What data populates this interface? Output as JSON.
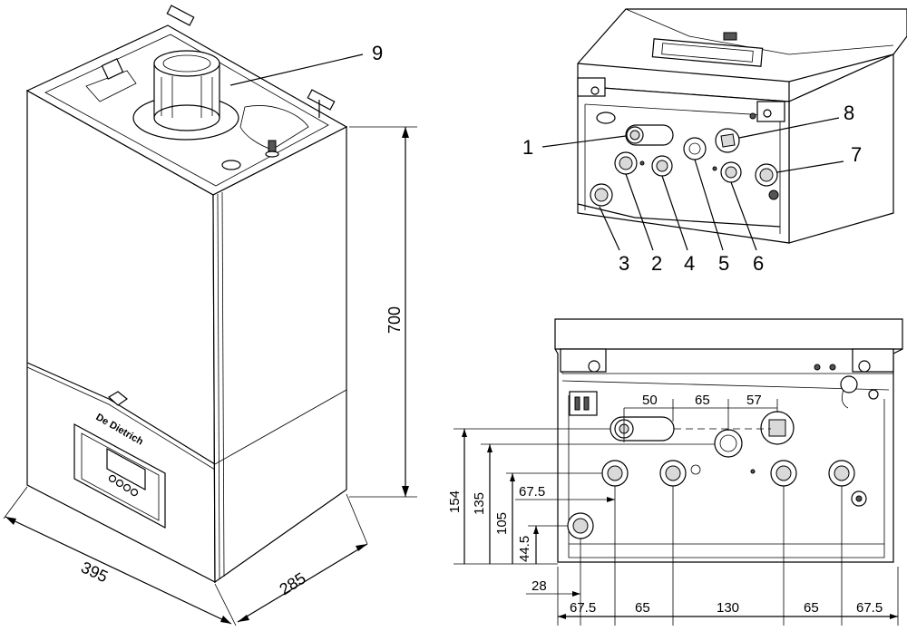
{
  "callouts": [
    "1",
    "2",
    "3",
    "4",
    "5",
    "6",
    "7",
    "8",
    "9"
  ],
  "boiler": {
    "brand_text": "De Dietrich",
    "dimensions": {
      "height": "700",
      "width": "395",
      "depth": "285"
    }
  },
  "bottom_view_dimensions": {
    "top_spacings": [
      "50",
      "65",
      "57"
    ],
    "vertical": [
      "154",
      "135",
      "105",
      "44.5"
    ],
    "offsets": [
      "67.5",
      "28"
    ],
    "bottom_spacings": [
      "67.5",
      "65",
      "130",
      "65",
      "67.5"
    ]
  }
}
